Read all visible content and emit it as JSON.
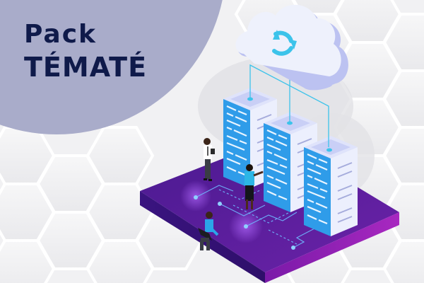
{
  "banner": {
    "title_line1": "Pack",
    "title_line2": "TÉMATÉ"
  },
  "illustration": {
    "subject": "isometric cloud server infrastructure",
    "elements": [
      "cloud-sync-icon",
      "server-rack-1",
      "server-rack-2",
      "server-rack-3",
      "person-standing-tablet",
      "person-touching-server",
      "person-sitting-laptop",
      "purple-platform",
      "network-lines"
    ]
  },
  "colors": {
    "background": "#f1f1f3",
    "circle": "#a9acca",
    "title_text": "#0f1a4a",
    "platform_top": "#5a1f9a",
    "platform_side": "#3d1478",
    "platform_side_right": "#8a1fb0",
    "server_body": "#e6e9fb",
    "server_screen": "#2d9be8",
    "cloud": "#eef1fc",
    "cloud_shade": "#bcc2f1",
    "accent_cyan": "#3cc3ea"
  }
}
